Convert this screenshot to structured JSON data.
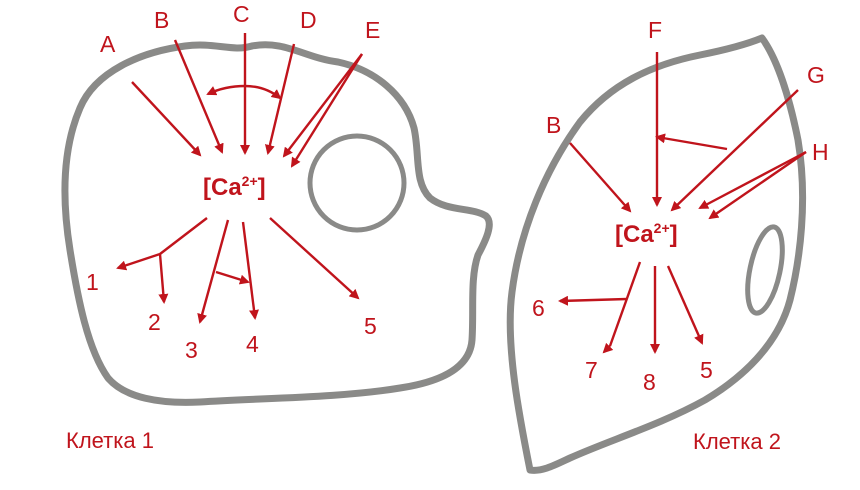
{
  "ion_label": {
    "main": "[Ca",
    "superscript": "2+",
    "close": "]"
  },
  "cell1": {
    "caption": "Клетка 1",
    "inputs": [
      "A",
      "B",
      "C",
      "D",
      "E"
    ],
    "outputs": [
      "1",
      "2",
      "3",
      "4",
      "5"
    ]
  },
  "cell2": {
    "caption": "Клетка 2",
    "inputs": [
      "B",
      "F",
      "G",
      "H"
    ],
    "outputs": [
      "6",
      "7",
      "8",
      "5"
    ]
  },
  "colors": {
    "arrow": "#c0141c",
    "membrane": "#8a8a88"
  }
}
